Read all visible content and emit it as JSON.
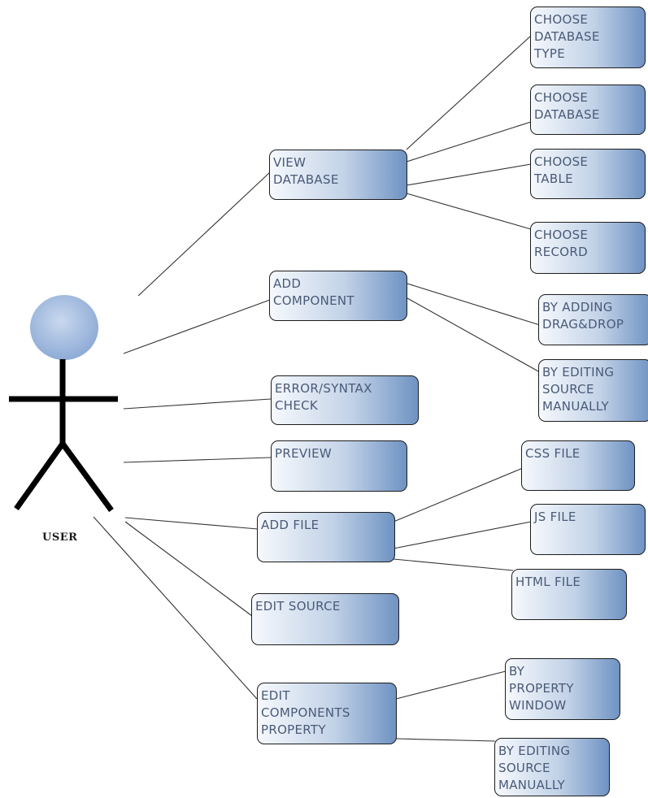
{
  "actor": {
    "label": "USER"
  },
  "use_cases": {
    "view_database": "VIEW\nDATABASE",
    "add_component": "ADD\nCOMPONENT",
    "error_syntax_check": "ERROR/SYNTAX\nCHECK",
    "preview": "PREVIEW",
    "add_file": "ADD FILE",
    "edit_source": "EDIT SOURCE",
    "edit_components_property": "EDIT\nCOMPONENTS\nPROPERTY"
  },
  "sub_cases": {
    "choose_database_type": "CHOOSE\nDATABASE\nTYPE",
    "choose_database": "CHOOSE\nDATABASE",
    "choose_table": "CHOOSE\nTABLE",
    "choose_record": "CHOOSE\nRECORD",
    "by_adding_drag_drop": "BY ADDING\nDRAG&DROP",
    "by_editing_source_manually_component": "BY EDITING\nSOURCE\nMANUALLY",
    "css_file": "CSS FILE",
    "js_file": "JS FILE",
    "html_file": "HTML FILE",
    "by_property_window": "BY\nPROPERTY\nWINDOW",
    "by_editing_source_manually_property": "BY EDITING\nSOURCE\nMANUALLY"
  },
  "colors": {
    "node_gradient_light": "#f6f9fd",
    "node_gradient_dark": "#6f93c3",
    "node_text": "#4a5a78",
    "actor_head": "#a9bfdf",
    "line": "#333333"
  }
}
